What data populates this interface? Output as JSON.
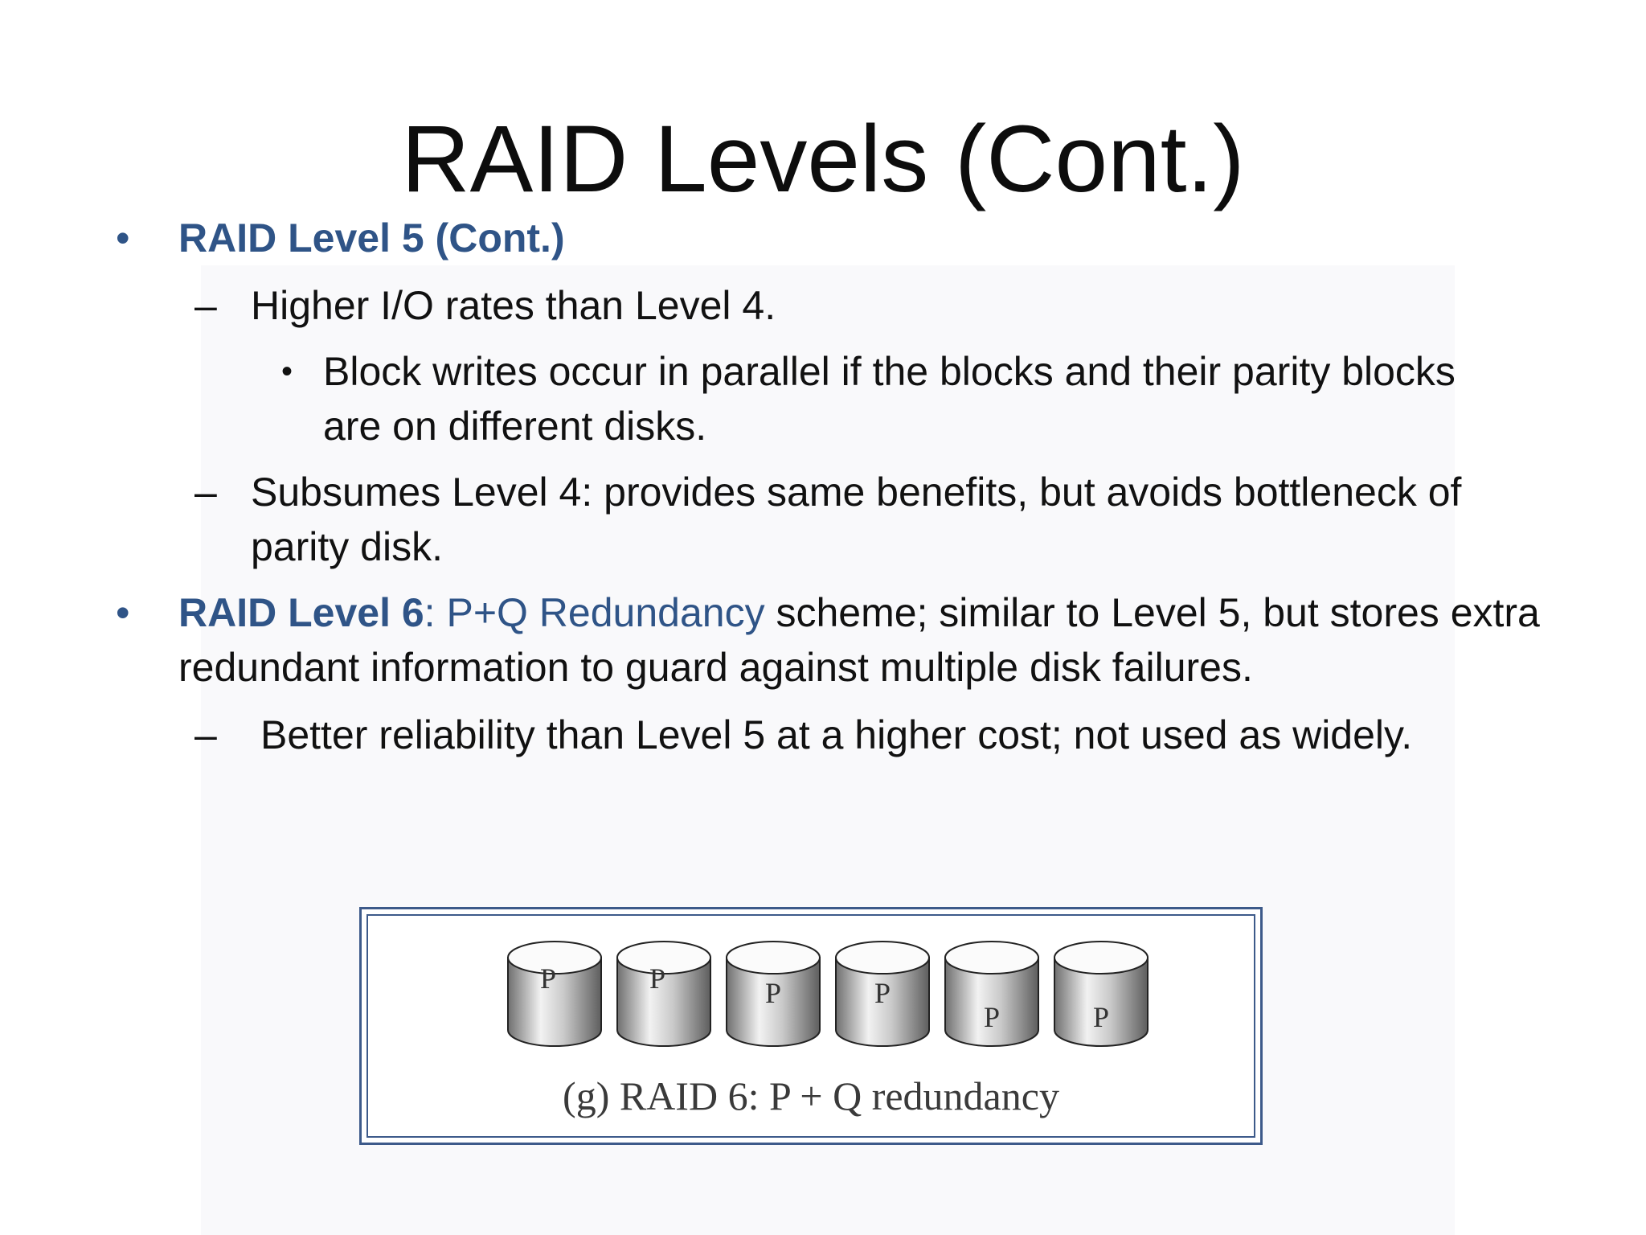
{
  "title": "RAID Levels (Cont.)",
  "bullets": {
    "l5_heading": "RAID Level 5 (Cont.)",
    "l5_sub1": "Higher I/O rates than Level 4.",
    "l5_sub1_detail_line1": "Block writes occur in parallel if the blocks and their parity blocks",
    "l5_sub1_detail_line2": "are on different disks.",
    "l5_sub2_line1": "Subsumes Level 4: provides same benefits, but avoids bottleneck of",
    "l5_sub2_line2": "parity disk.",
    "l6_heading": "RAID Level 6",
    "l6_colon": ": ",
    "l6_scheme": "P+Q Redundancy",
    "l6_rest_line1": " scheme; similar to Level 5, but stores extra",
    "l6_rest_line2": "redundant information to guard against multiple disk failures.",
    "l6_sub1": "Better reliability than Level 5 at a higher cost; not used as widely."
  },
  "markers": {
    "bullet": "•",
    "dash": "–"
  },
  "figure": {
    "disk_labels": [
      "P",
      "P",
      "P",
      "P",
      "P",
      "P"
    ],
    "caption": "(g) RAID 6: P + Q redundancy"
  },
  "colors": {
    "accent": "#2f5487",
    "frame": "#3d5a8a",
    "text": "#111111"
  }
}
